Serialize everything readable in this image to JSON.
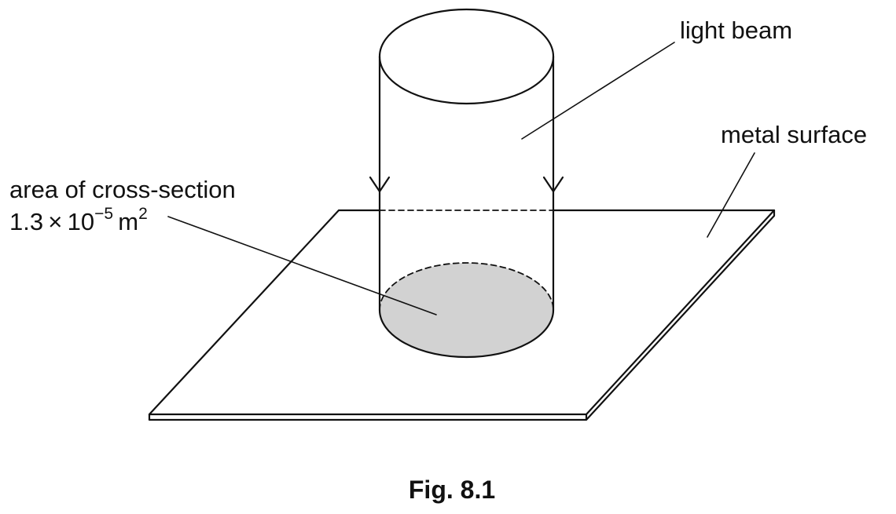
{
  "labels": {
    "light_beam": "light beam",
    "metal_surface": "metal surface",
    "area_title": "area of cross-section",
    "area_mantissa": "1.3 × 10",
    "area_exponent": "−5",
    "area_unit": " m",
    "area_unit_exponent": "2"
  },
  "caption": "Fig. 8.1",
  "colors": {
    "line": "#111111",
    "shaded_area": "#d2d2d2",
    "background": "#ffffff"
  }
}
